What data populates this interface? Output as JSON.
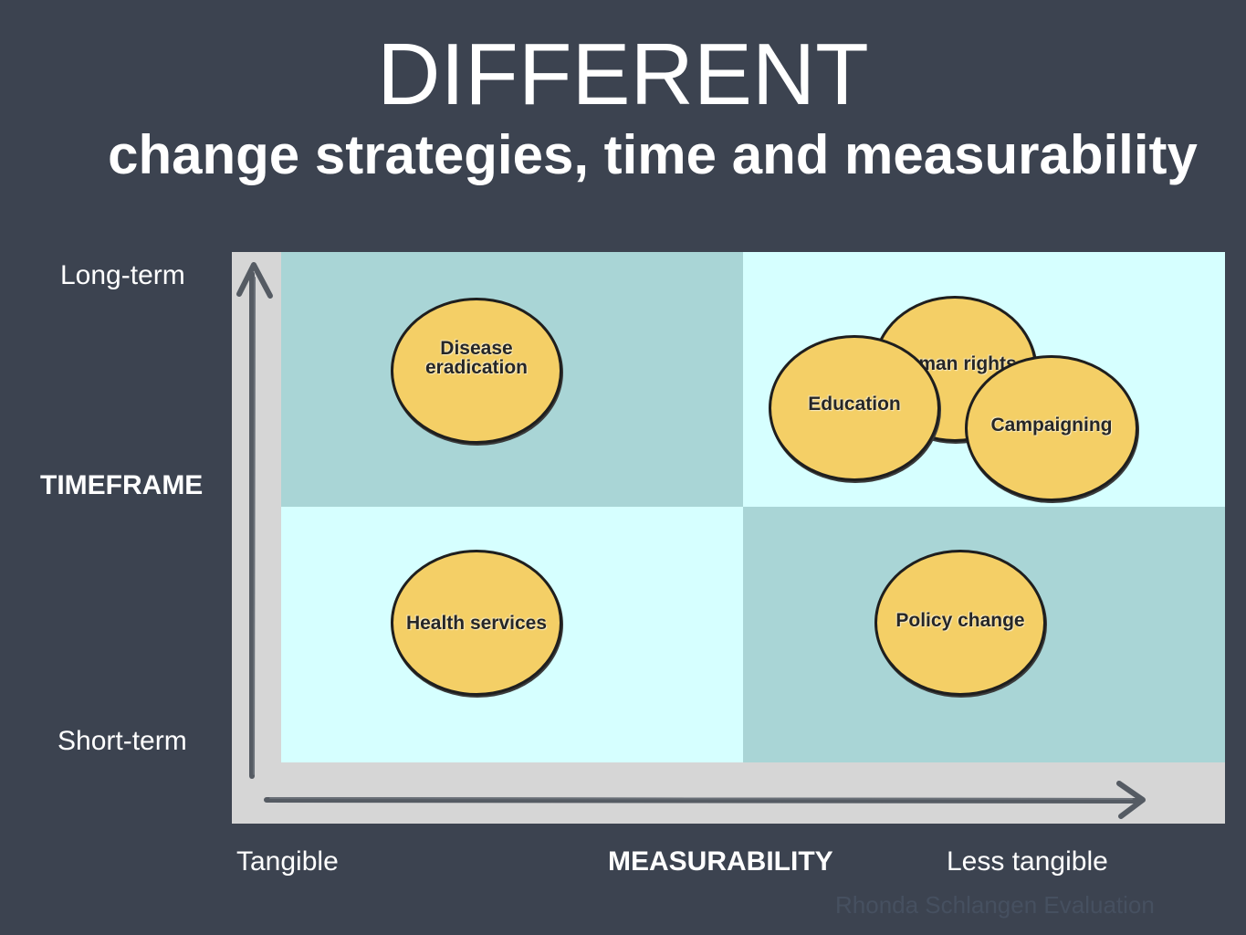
{
  "title": "DIFFERENT",
  "subtitle": "change strategies, time and measurability",
  "y_axis": {
    "top_label": "Long-term",
    "middle_label": "TIMEFRAME",
    "bottom_label": "Short-term"
  },
  "x_axis": {
    "left_label": "Tangible",
    "middle_label": "MEASURABILITY",
    "right_label": "Less tangible"
  },
  "strategies": {
    "disease_eradication": "Disease eradication",
    "human_rights": "Human rights",
    "education": "Education",
    "campaigning": "Campaigning",
    "health_services": "Health services",
    "policy_change": "Policy change"
  },
  "watermark": "Rhonda Schlangen Evaluation",
  "colors": {
    "background": "#3c4350",
    "quadrant_dark": "#a9d5d6",
    "quadrant_light": "#d6ffff",
    "ellipse_fill": "#f4cf66"
  }
}
